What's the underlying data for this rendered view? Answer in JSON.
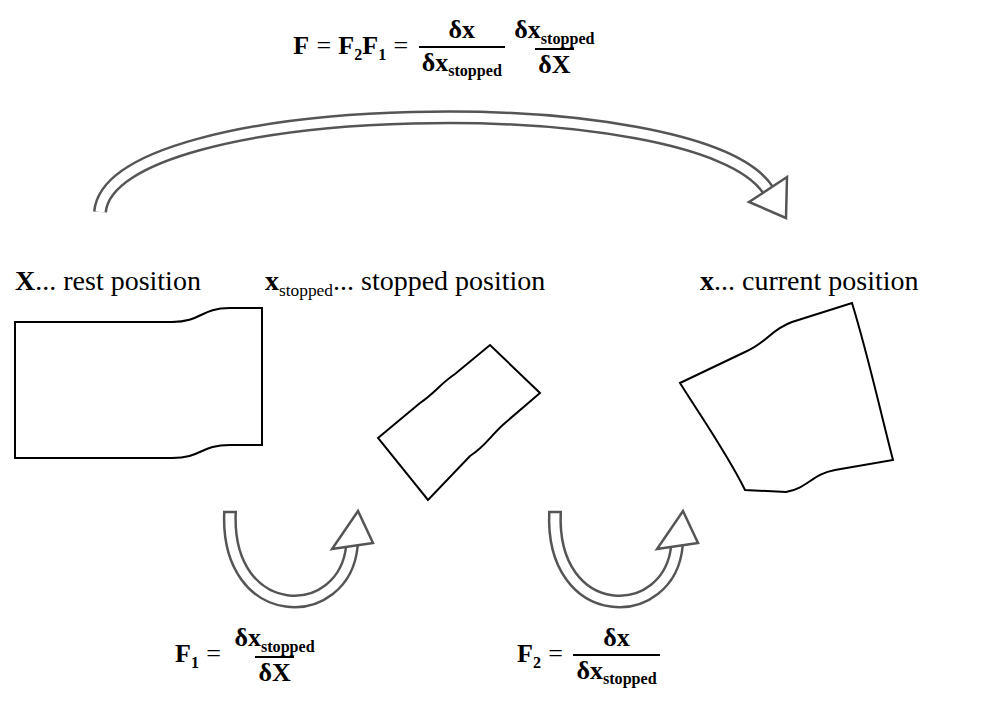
{
  "diagram": {
    "labels": [
      "F",
      "=",
      "F",
      "2",
      "F",
      "1",
      "=",
      "δx",
      "δx",
      "stopped",
      "δx",
      "stopped",
      "δX",
      "X",
      "... rest position",
      "x",
      "stopped",
      "... stopped position",
      "x",
      "... current position",
      "F",
      "1",
      "=",
      "δx",
      "stopped",
      "δX",
      "F",
      "2",
      "=",
      "δx",
      "δx",
      "stopped"
    ]
  }
}
